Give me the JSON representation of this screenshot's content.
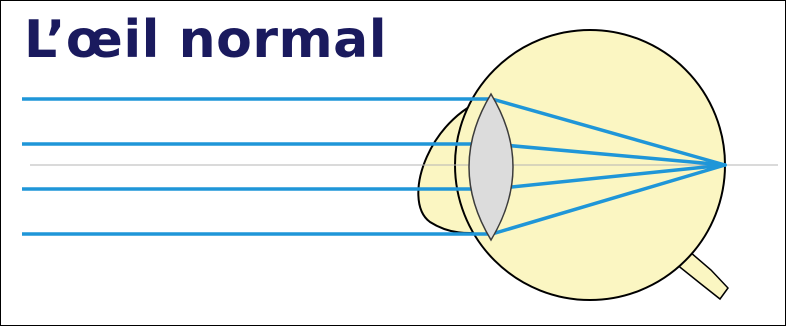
{
  "title": "L’œil normal",
  "colors": {
    "title": "#1a1a5e",
    "eyeball_fill": "#fbf6c2",
    "outline": "#000000",
    "lens_fill": "#dcdcdc",
    "lens_stroke": "#3c3c3c",
    "ray": "#1f96d8",
    "optical_axis": "#b4b4b4",
    "frame": "#000000"
  },
  "diagram": {
    "parts": [
      "eyeball",
      "cornea",
      "lens",
      "optic-nerve",
      "optical-axis",
      "light-rays"
    ],
    "incoming_ray_count": 4,
    "focus": "retina"
  }
}
